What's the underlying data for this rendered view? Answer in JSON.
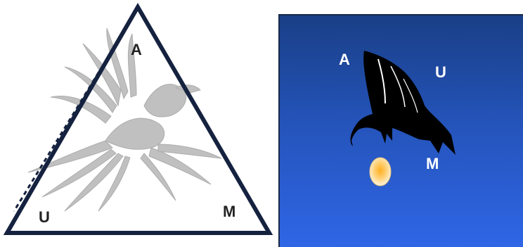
{
  "left_diagram": {
    "label_top": "A",
    "label_bottom_left": "U",
    "label_bottom_right": "M",
    "triangle_color": "#15223f",
    "bird_color": "#b8b8b8",
    "bird_icon": "phoenix-icon"
  },
  "right_diagram": {
    "label_a": "A",
    "label_u": "U",
    "label_m": "M",
    "background_top": "#193f86",
    "background_bottom": "#2f66e6",
    "bird_icon": "crow-icon",
    "egg_icon": "egg-icon"
  }
}
